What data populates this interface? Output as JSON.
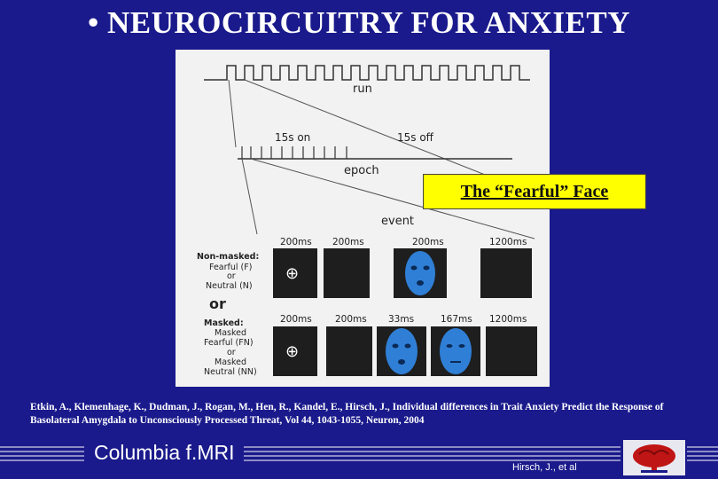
{
  "slide": {
    "title": "• NEUROCIRCUITRY FOR ANXIETY",
    "callout": "The “Fearful” Face",
    "citation": "Etkin, A., Klemenhage, K., Dudman, J., Rogan, M., Hen, R., Kandel, E., Hirsch, J., Individual differences in Trait Anxiety Predict the Response of Basolateral Amygdala to Unconsciously Processed Threat, Vol 44, 1043-1055, Neuron, 2004",
    "brand": "Columbia  f.MRI",
    "credit": "Hirsch, J., et al"
  },
  "diagram": {
    "run_label": "run",
    "on_label": "15s on",
    "off_label": "15s off",
    "epoch_label": "epoch",
    "event_label": "event",
    "or_label": "or",
    "nonmasked": {
      "heading": "Non-masked:",
      "line1": "Fearful (F)",
      "line2": "or",
      "line3": "Neutral (N)",
      "timings": [
        "200ms",
        "200ms",
        "200ms",
        "1200ms"
      ]
    },
    "masked": {
      "heading": "Masked:",
      "line1": "Masked",
      "line2": "Fearful (FN)",
      "line3": "or",
      "line4": "Masked",
      "line5": "Neutral (NN)",
      "timings": [
        "200ms",
        "200ms",
        "33ms",
        "167ms",
        "1200ms"
      ]
    },
    "colors": {
      "face": "#2f7fd6",
      "frame": "#1e1e1e",
      "yellow": "#ffff00"
    }
  }
}
